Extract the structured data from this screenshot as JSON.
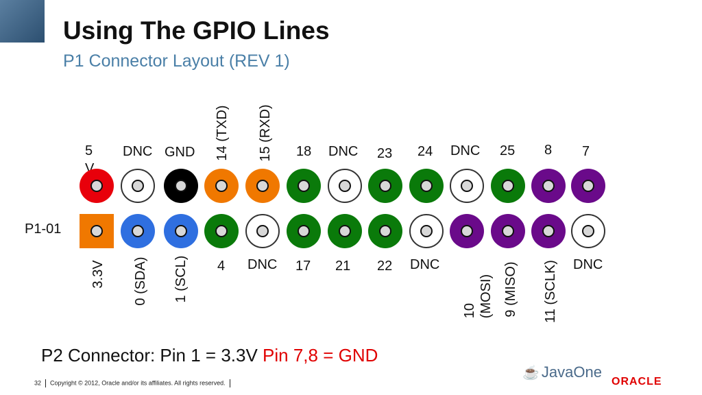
{
  "slide": {
    "title": "Using The GPIO Lines",
    "subtitle": "P1 Connector Layout (REV 1)",
    "p1_label": "P1-01",
    "note_black": "P2 Connector: Pin 1 = 3.3V ",
    "note_red": "Pin 7,8 = GND",
    "page_number": "32",
    "copyright": "Copyright © 2012, Oracle and/or its affiliates. All rights reserved.",
    "javaone_logo": "JavaOne",
    "oracle_logo": "ORACLE"
  },
  "colors": {
    "red": "#e8000b",
    "white": "#ffffff",
    "black": "#000000",
    "orange": "#f07800",
    "green": "#0a7a0a",
    "blue": "#2f6fe0",
    "purple": "#6a0a8a",
    "accent": "#4a7fa7"
  },
  "top_labels": [
    "5 V",
    "DNC",
    "GND",
    "14 (TXD)",
    "15 (RXD)",
    "18",
    "DNC",
    "23",
    "24",
    "DNC",
    "25",
    "8",
    "7"
  ],
  "top_pins": [
    "red",
    "white",
    "black",
    "orange",
    "orange",
    "green",
    "white",
    "green",
    "green",
    "white",
    "green",
    "purple",
    "purple"
  ],
  "bottom_pins": [
    "orange",
    "blue",
    "blue",
    "green",
    "white",
    "green",
    "green",
    "green",
    "white",
    "purple",
    "purple",
    "purple",
    "white"
  ],
  "bottom_labels": [
    "3.3V",
    "0 (SDA)",
    "1 (SCL)",
    "4",
    "DNC",
    "17",
    "21",
    "22",
    "DNC",
    "10 (MOSI)",
    "9 (MISO)",
    "11 (SCLK)",
    "DNC"
  ]
}
